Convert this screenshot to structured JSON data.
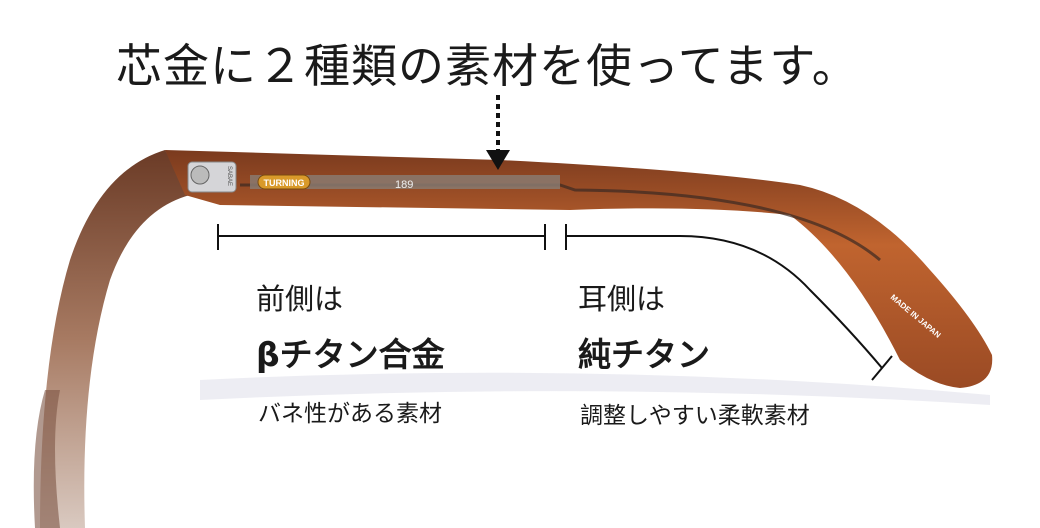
{
  "headline": "芯金に２種類の素材を使ってます。",
  "front": {
    "label": "前側は",
    "material": "βチタン合金",
    "description": "バネ性がある素材"
  },
  "ear": {
    "label": "耳側は",
    "material": "純チタン",
    "description": "調整しやすい柔軟素材"
  },
  "photo_lettering": {
    "logo": "TURNING",
    "hinge": "SABAE",
    "model": "189",
    "origin": "MADE IN JAPAN"
  },
  "colors": {
    "frame": "#a9532a",
    "frame_dark": "#6e3a22",
    "text": "#1a1a1a"
  }
}
